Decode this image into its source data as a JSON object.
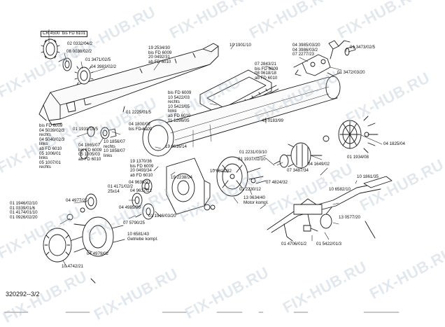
{
  "footer_code": "320292--3/2",
  "watermark_text": "FIX-HUB.RU",
  "colors": {
    "line": "#1a1a1a",
    "watermark": "#aab9c8",
    "paper": "#ffffff"
  },
  "labels": {
    "cr4500": "CR 4500  bis FD 6101",
    "p02_0332": "02 0332/04/2",
    "p08_0038": "08 0038/02/2",
    "p01_3471": "01 3471/02/5",
    "p04_3983": "04 3983/02/2",
    "p19_2534": "19 2534/30\nbis FD 6009\n20 0492/31\nab FD 6010",
    "p10_1901": "10 1901/10",
    "p07_2843": "07 2843/21\nbis FD 6009\n08 0618/18\nab FD 6010",
    "p04_3985": "04 3985/03/20\n04 3986/03/2\n07 2277/23",
    "p01_3473a": "01 3473/02/5",
    "p01_3472": "01 3472/03/20",
    "p10_5422": "bis FD 6009\n10 5422/03\nrechts\n10 5423/05\nlinks\nab FD 6010\n11 1296/05",
    "p01_2229": "01 2229/01/5",
    "p04_1800": "04 1800/02\nbis FD 6009",
    "p45_0183": "45 0183/99",
    "p04_1825": "04 1825/04",
    "p04_5040": "bis FD 6009\n04 5039/02/3\nrechts\n04 5040/02/3\nlinks\nab FD 6010\n05 1006/01\nlinks\n05 1007/01\nrechts",
    "p01_1931": "01 1931/10/5",
    "p04_1865": "04 1865/07\nbis FD 6009\n05 1005/03\nab FD 6010",
    "p10_1856": "10 1856/07\nrechts\n10 1858/07\nlinks",
    "p19_0616": "19 0616/14",
    "p19_1370": "19 1370/36\nbis FD 6009\n20 0493/34\nab FD 6010",
    "p01_2231": "01 2231/03/10",
    "p01_1937": "01 1937/02/10",
    "p04_1649": "04 1649/02",
    "p01_1934": "01 1934/08",
    "p10_0817": "10 0817/32",
    "p19_2238": "19 2238/24",
    "p07_4824": "07 4824/32",
    "p07_3487": "07 3487/34",
    "p04_9636": "04 9636/21",
    "p01_4171": "01 4171/02/2\n25x14",
    "p04_9637": "04 9637/21",
    "p01_2230": "01 2230/12",
    "p13_0634": "13 0634/40\nMotor kompl.",
    "p10_6582": "10 6582/10",
    "p10_1861": "10 1861/35",
    "p04_4977": "04 4977/25",
    "p04_4985": "04 4985/20",
    "p01_1946a": "01 1946/02/10\n01 0339/01/6\n01 4174/01/10\n01 0926/02/20",
    "p01_1946b": "01 1946/03/20",
    "p07_5790": "07 5790/25",
    "p13_0577": "13 0577/20",
    "p04_4979": "04 4979/02",
    "p10_6581": "10 6581/43\nGetriebe kompl.",
    "p01_4706": "01 4706/01/2",
    "p01_5422": "01 5422/01/3",
    "p10_4742": "10 4742/21"
  }
}
